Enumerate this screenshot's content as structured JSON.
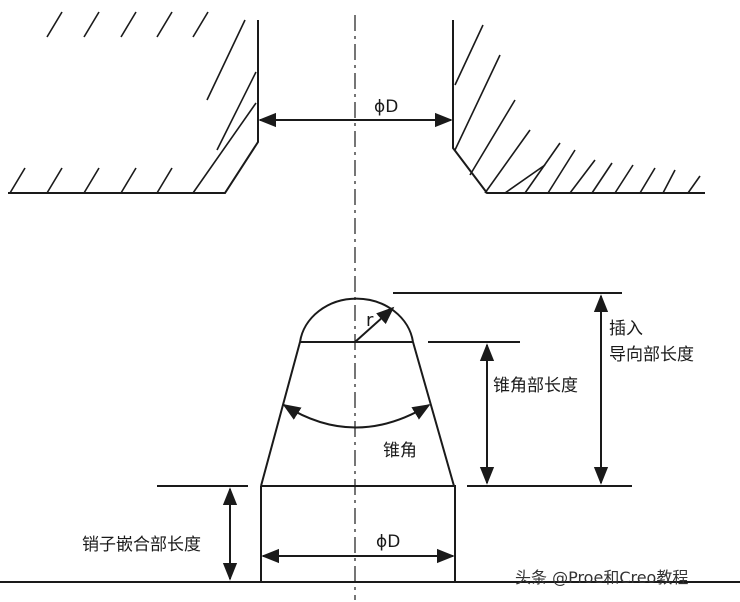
{
  "labels": {
    "hole_diameter": "ϕD",
    "pin_diameter": "ϕD",
    "radius": "r",
    "cone_angle": "锥角",
    "cone_length": "锥角部长度",
    "insert_guide_line1": "插入",
    "insert_guide_line2": "导向部长度",
    "fit_length": "销子嵌合部长度",
    "watermark": "头条 @Proe和Creo教程"
  },
  "colors": {
    "line": "#1a1a1a",
    "background": "#ffffff"
  }
}
